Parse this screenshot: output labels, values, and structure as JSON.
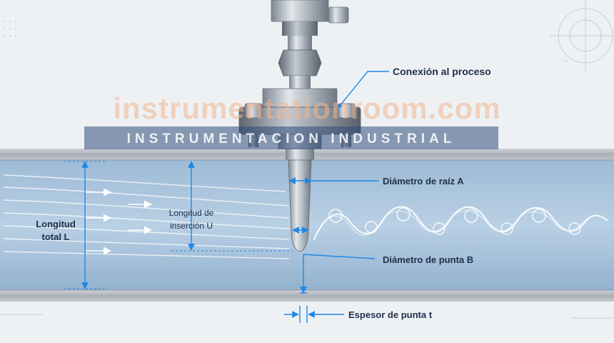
{
  "watermark": {
    "domain": "instrumentationroom.com",
    "subtitle": "INSTRUMENTACION INDUSTRIAL"
  },
  "labels": {
    "process_connection": "Conexión al proceso",
    "root_diameter": "Diámetro de raíz A",
    "tip_diameter": "Diámetro de punta B",
    "tip_thickness": "Espesor de punta t",
    "total_length_line1": "Longitud",
    "total_length_line2": "total L",
    "insertion_length_line1": "Longitud de",
    "insertion_length_line2": "inserción U"
  },
  "colors": {
    "accent": "#1e88e5",
    "label_text": "#1f2f4a",
    "pipe_fill": "#a9c3dc",
    "pipe_wall": "#b7bcc2",
    "steel": "#9ea7b0",
    "watermark_domain": "#f2b58f",
    "watermark_band": "#2f4c7a"
  }
}
